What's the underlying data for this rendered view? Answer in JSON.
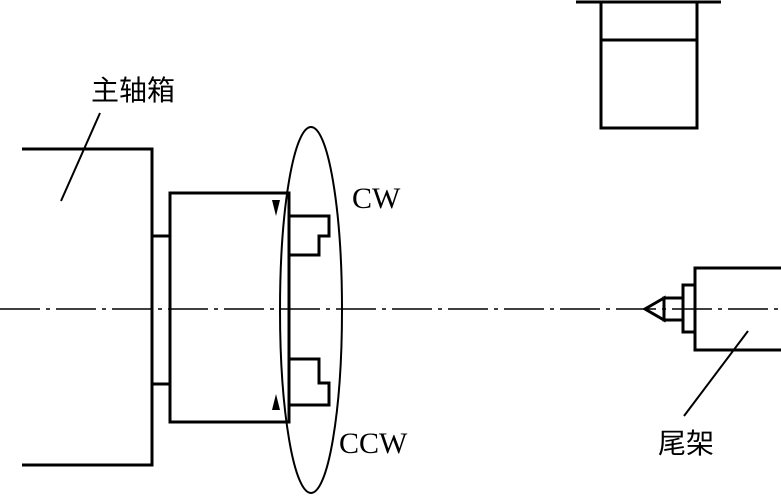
{
  "labels": {
    "headstock": "主轴箱",
    "tailstock": "尾架",
    "cw": "CW",
    "ccw": "CCW"
  },
  "colors": {
    "line": "#000000",
    "background": "#ffffff"
  }
}
